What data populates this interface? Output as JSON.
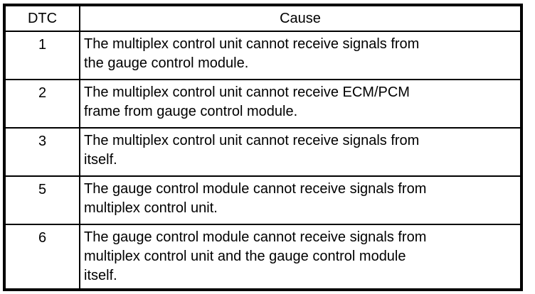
{
  "table": {
    "headers": {
      "dtc": "DTC",
      "cause": "Cause"
    },
    "rows": [
      {
        "dtc": "1",
        "cause": "The multiplex control unit cannot receive signals from\nthe gauge control module."
      },
      {
        "dtc": "2",
        "cause": "The multiplex control unit cannot receive ECM/PCM\nframe from gauge control module."
      },
      {
        "dtc": "3",
        "cause": "The multiplex control unit cannot receive signals from\nitself."
      },
      {
        "dtc": "5",
        "cause": "The gauge control module cannot receive signals from\nmultiplex control unit."
      },
      {
        "dtc": "6",
        "cause": "The gauge control module cannot receive signals from\nmultiplex control unit and the gauge control module\nitself."
      }
    ],
    "colors": {
      "border": "#000000",
      "text": "#000000",
      "background": "#ffffff"
    }
  }
}
